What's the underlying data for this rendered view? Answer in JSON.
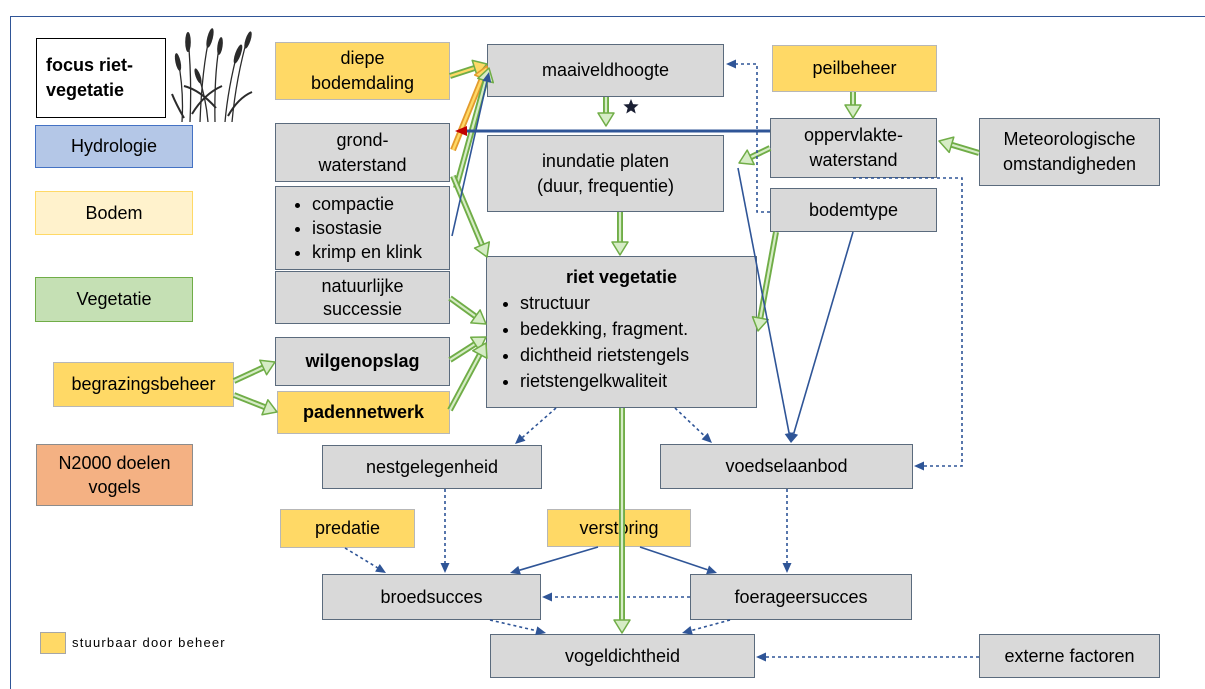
{
  "legend": {
    "focus": {
      "lines": [
        "focus riet-",
        "vegetatie"
      ]
    },
    "hydrologie": {
      "label": "Hydrologie",
      "color": "#b4c7e7"
    },
    "bodem": {
      "label": "Bodem",
      "color": "#fff2cc"
    },
    "vegetatie": {
      "label": "Vegetatie",
      "color": "#c5e0b4"
    },
    "n2000": {
      "lines": [
        "N2000 doelen",
        "vogels"
      ],
      "color": "#f4b183"
    },
    "stuurbaar": {
      "label": "stuurbaar door beheer",
      "color": "#ffd966"
    }
  },
  "nodes": {
    "diepe_bodemdaling": {
      "lines": [
        "diepe",
        "bodemdaling"
      ]
    },
    "maaiveldhoogte": {
      "label": "maaiveldhoogte"
    },
    "peilbeheer": {
      "label": "peilbeheer"
    },
    "grondwaterstand": {
      "lines": [
        "grond-",
        "waterstand"
      ]
    },
    "bodemprocessen": {
      "bullets": [
        "compactie",
        "isostasie",
        "krimp en klink"
      ]
    },
    "inundatie": {
      "lines": [
        "inundatie platen",
        "(duur, frequentie)"
      ]
    },
    "oppervlaktewaterstand": {
      "lines": [
        "oppervlakte-",
        "waterstand"
      ]
    },
    "meteorologie": {
      "lines": [
        "Meteorologische",
        "omstandigheden"
      ]
    },
    "bodemtype": {
      "label": "bodemtype"
    },
    "natuurlijke_successie": {
      "lines": [
        "natuurlijke",
        "successie"
      ]
    },
    "riet_vegetatie": {
      "title": "riet vegetatie",
      "bullets": [
        "structuur",
        "bedekking, fragment.",
        "dichtheid rietstengels",
        "rietstengelkwaliteit"
      ]
    },
    "wilgenopslag": {
      "label": "wilgenopslag"
    },
    "padennetwerk": {
      "label": "padennetwerk"
    },
    "begrazingsbeheer": {
      "label": "begrazingsbeheer"
    },
    "nestgelegenheid": {
      "label": "nestgelegenheid"
    },
    "voedselaanbod": {
      "label": "voedselaanbod"
    },
    "predatie": {
      "label": "predatie"
    },
    "verstoring": {
      "label": "verstoring"
    },
    "broedsucces": {
      "label": "broedsucces"
    },
    "foerageersucces": {
      "label": "foerageersucces"
    },
    "vogeldichtheid": {
      "label": "vogeldichtheid"
    },
    "externe_factoren": {
      "label": "externe factoren"
    }
  },
  "icons": {
    "marker": "star-icon",
    "illustration": "reed-illustration"
  },
  "colors": {
    "node_gray": "#d9d9d9",
    "arrow_blue": "#2f5597",
    "arrow_green": "#70ad47"
  }
}
